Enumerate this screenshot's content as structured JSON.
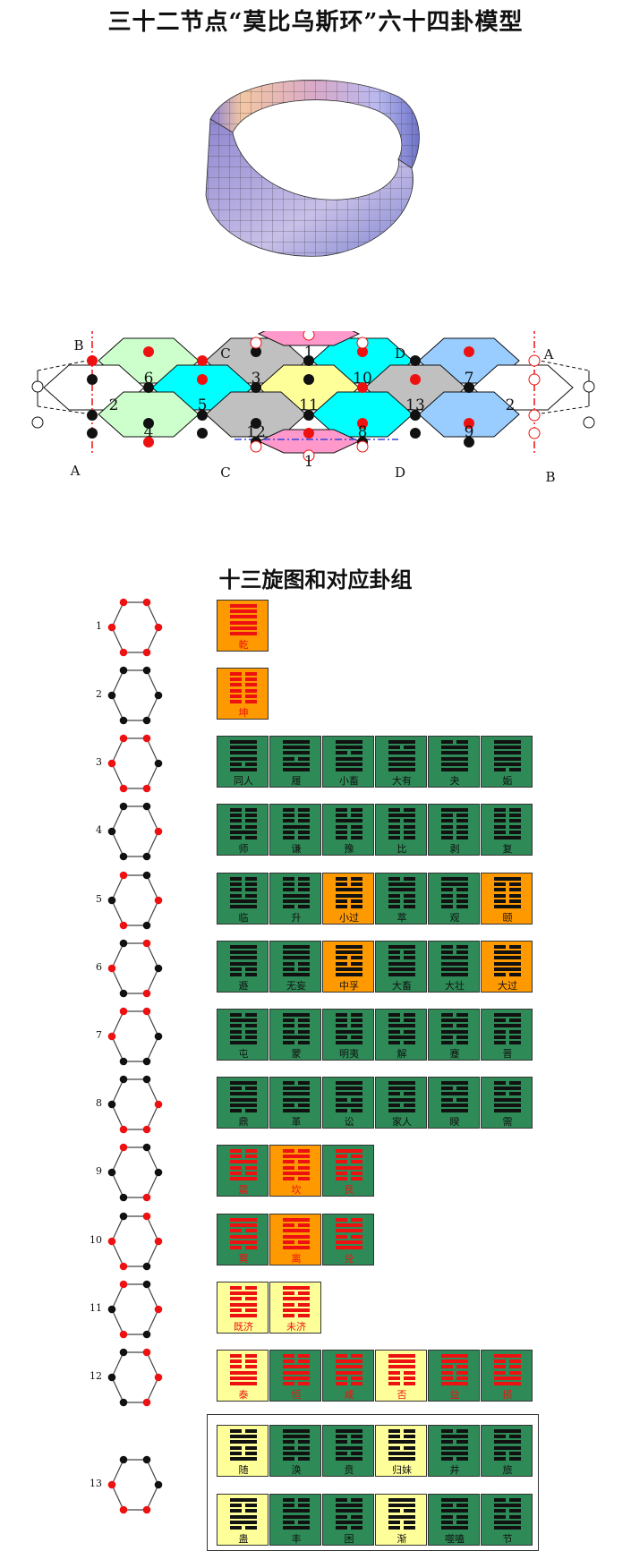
{
  "title": "三十二节点“莫比乌斯环”六十四卦模型",
  "subtitle": "十三旋图和对应卦组",
  "colors": {
    "red": "#ee1111",
    "black": "#111111",
    "green": "#2e8b57",
    "orange": "#ff9900",
    "yellow": "#ffff99",
    "cyan": "#00ffff",
    "lightgreen": "#ccffcc",
    "gray": "#c0c0c0",
    "pink": "#ff99cc",
    "lightyellow": "#ffff99",
    "lightblue": "#99ccff"
  },
  "diagram": {
    "axis_labels": {
      "b_top": "B",
      "a_top": "A",
      "c_top": "C",
      "d_top": "D",
      "a_bottom": "A",
      "b_bottom": "B",
      "c_bottom": "C",
      "d_bottom": "D"
    },
    "cell_numbers": [
      "1",
      "6",
      "3",
      "10",
      "7",
      "2",
      "5",
      "11",
      "13",
      "2",
      "4",
      "12",
      "8",
      "9",
      "1"
    ]
  },
  "rows": [
    {
      "label": "1",
      "pattern": [
        "r",
        "r",
        "r",
        "r",
        "r",
        "r"
      ],
      "tiles": [
        {
          "name": "乾",
          "bg": "orange",
          "lines": [
            1,
            1,
            1,
            1,
            1,
            1
          ],
          "ink": "red"
        }
      ]
    },
    {
      "label": "2",
      "pattern": [
        "k",
        "k",
        "k",
        "k",
        "k",
        "k"
      ],
      "tiles": [
        {
          "name": "坤",
          "bg": "orange",
          "lines": [
            0,
            0,
            0,
            0,
            0,
            0
          ],
          "ink": "red"
        }
      ]
    },
    {
      "label": "3",
      "pattern": [
        "r",
        "r",
        "k",
        "r",
        "r",
        "r"
      ],
      "tiles": [
        {
          "name": "同人",
          "bg": "green",
          "lines": [
            1,
            1,
            1,
            1,
            0,
            1
          ],
          "ink": "black"
        },
        {
          "name": "履",
          "bg": "green",
          "lines": [
            1,
            1,
            1,
            0,
            1,
            1
          ],
          "ink": "black"
        },
        {
          "name": "小畜",
          "bg": "green",
          "lines": [
            1,
            1,
            0,
            1,
            1,
            1
          ],
          "ink": "black"
        },
        {
          "name": "大有",
          "bg": "green",
          "lines": [
            1,
            0,
            1,
            1,
            1,
            1
          ],
          "ink": "black"
        },
        {
          "name": "夬",
          "bg": "green",
          "lines": [
            0,
            1,
            1,
            1,
            1,
            1
          ],
          "ink": "black"
        },
        {
          "name": "姤",
          "bg": "green",
          "lines": [
            1,
            1,
            1,
            1,
            1,
            0
          ],
          "ink": "black"
        }
      ]
    },
    {
      "label": "4",
      "pattern": [
        "k",
        "k",
        "r",
        "k",
        "k",
        "k"
      ],
      "tiles": [
        {
          "name": "师",
          "bg": "green",
          "lines": [
            0,
            0,
            0,
            0,
            1,
            0
          ],
          "ink": "black"
        },
        {
          "name": "谦",
          "bg": "green",
          "lines": [
            0,
            0,
            0,
            1,
            0,
            0
          ],
          "ink": "black"
        },
        {
          "name": "豫",
          "bg": "green",
          "lines": [
            0,
            0,
            1,
            0,
            0,
            0
          ],
          "ink": "black"
        },
        {
          "name": "比",
          "bg": "green",
          "lines": [
            0,
            1,
            0,
            0,
            0,
            0
          ],
          "ink": "black"
        },
        {
          "name": "剥",
          "bg": "green",
          "lines": [
            1,
            0,
            0,
            0,
            0,
            0
          ],
          "ink": "black"
        },
        {
          "name": "复",
          "bg": "green",
          "lines": [
            0,
            0,
            0,
            0,
            0,
            1
          ],
          "ink": "black"
        }
      ]
    },
    {
      "label": "5",
      "pattern": [
        "r",
        "k",
        "r",
        "k",
        "r",
        "k"
      ],
      "tiles": [
        {
          "name": "临",
          "bg": "green",
          "lines": [
            0,
            0,
            0,
            0,
            1,
            1
          ],
          "ink": "black"
        },
        {
          "name": "升",
          "bg": "green",
          "lines": [
            0,
            0,
            0,
            1,
            1,
            0
          ],
          "ink": "black"
        },
        {
          "name": "小过",
          "bg": "orange",
          "lines": [
            0,
            0,
            1,
            1,
            0,
            0
          ],
          "ink": "black"
        },
        {
          "name": "萃",
          "bg": "green",
          "lines": [
            0,
            1,
            1,
            0,
            0,
            0
          ],
          "ink": "black"
        },
        {
          "name": "观",
          "bg": "green",
          "lines": [
            1,
            1,
            0,
            0,
            0,
            0
          ],
          "ink": "black"
        },
        {
          "name": "颐",
          "bg": "orange",
          "lines": [
            1,
            0,
            0,
            0,
            0,
            1
          ],
          "ink": "black"
        }
      ]
    },
    {
      "label": "6",
      "pattern": [
        "k",
        "r",
        "k",
        "r",
        "k",
        "r"
      ],
      "tiles": [
        {
          "name": "遯",
          "bg": "green",
          "lines": [
            1,
            1,
            1,
            1,
            0,
            0
          ],
          "ink": "black"
        },
        {
          "name": "无妄",
          "bg": "green",
          "lines": [
            1,
            1,
            1,
            0,
            0,
            1
          ],
          "ink": "black"
        },
        {
          "name": "中孚",
          "bg": "orange",
          "lines": [
            1,
            1,
            0,
            0,
            1,
            1
          ],
          "ink": "black"
        },
        {
          "name": "大畜",
          "bg": "green",
          "lines": [
            1,
            0,
            0,
            1,
            1,
            1
          ],
          "ink": "black"
        },
        {
          "name": "大壮",
          "bg": "green",
          "lines": [
            0,
            0,
            1,
            1,
            1,
            1
          ],
          "ink": "black"
        },
        {
          "name": "大过",
          "bg": "orange",
          "lines": [
            0,
            1,
            1,
            1,
            1,
            0
          ],
          "ink": "black"
        }
      ]
    },
    {
      "label": "7",
      "pattern": [
        "r",
        "r",
        "k",
        "k",
        "k",
        "r"
      ],
      "tiles": [
        {
          "name": "屯",
          "bg": "green",
          "lines": [
            0,
            1,
            0,
            0,
            0,
            1
          ],
          "ink": "black"
        },
        {
          "name": "蒙",
          "bg": "green",
          "lines": [
            1,
            0,
            0,
            0,
            1,
            0
          ],
          "ink": "black"
        },
        {
          "name": "明夷",
          "bg": "green",
          "lines": [
            0,
            0,
            0,
            1,
            0,
            1
          ],
          "ink": "black"
        },
        {
          "name": "解",
          "bg": "green",
          "lines": [
            0,
            0,
            1,
            0,
            1,
            0
          ],
          "ink": "black"
        },
        {
          "name": "蹇",
          "bg": "green",
          "lines": [
            0,
            1,
            0,
            1,
            0,
            0
          ],
          "ink": "black"
        },
        {
          "name": "晋",
          "bg": "green",
          "lines": [
            1,
            0,
            1,
            0,
            0,
            0
          ],
          "ink": "black"
        }
      ]
    },
    {
      "label": "8",
      "pattern": [
        "k",
        "k",
        "r",
        "r",
        "r",
        "k"
      ],
      "tiles": [
        {
          "name": "鼎",
          "bg": "green",
          "lines": [
            1,
            0,
            1,
            1,
            1,
            0
          ],
          "ink": "black"
        },
        {
          "name": "革",
          "bg": "green",
          "lines": [
            0,
            1,
            1,
            1,
            0,
            1
          ],
          "ink": "black"
        },
        {
          "name": "讼",
          "bg": "green",
          "lines": [
            1,
            1,
            1,
            0,
            1,
            0
          ],
          "ink": "black"
        },
        {
          "name": "家人",
          "bg": "green",
          "lines": [
            1,
            1,
            0,
            1,
            0,
            1
          ],
          "ink": "black"
        },
        {
          "name": "睽",
          "bg": "green",
          "lines": [
            1,
            0,
            1,
            0,
            1,
            1
          ],
          "ink": "black"
        },
        {
          "name": "需",
          "bg": "green",
          "lines": [
            0,
            1,
            0,
            1,
            1,
            1
          ],
          "ink": "black"
        }
      ]
    },
    {
      "label": "9",
      "pattern": [
        "r",
        "k",
        "k",
        "r",
        "k",
        "k"
      ],
      "tiles": [
        {
          "name": "震",
          "bg": "green",
          "lines": [
            0,
            0,
            1,
            0,
            0,
            1
          ],
          "ink": "red"
        },
        {
          "name": "坎",
          "bg": "orange",
          "lines": [
            0,
            1,
            0,
            0,
            1,
            0
          ],
          "ink": "red"
        },
        {
          "name": "艮",
          "bg": "green",
          "lines": [
            1,
            0,
            0,
            1,
            0,
            0
          ],
          "ink": "red"
        }
      ]
    },
    {
      "label": "10",
      "pattern": [
        "k",
        "r",
        "r",
        "k",
        "r",
        "r"
      ],
      "tiles": [
        {
          "name": "巽",
          "bg": "green",
          "lines": [
            1,
            1,
            0,
            1,
            1,
            0
          ],
          "ink": "red"
        },
        {
          "name": "离",
          "bg": "orange",
          "lines": [
            1,
            0,
            1,
            1,
            0,
            1
          ],
          "ink": "red"
        },
        {
          "name": "兑",
          "bg": "green",
          "lines": [
            0,
            1,
            1,
            0,
            1,
            1
          ],
          "ink": "red"
        }
      ]
    },
    {
      "label": "11",
      "pattern": [
        "r",
        "k",
        "r",
        "k",
        "r",
        "k"
      ],
      "tiles": [
        {
          "name": "既济",
          "bg": "lightyellow",
          "lines": [
            0,
            1,
            0,
            1,
            0,
            1
          ],
          "ink": "red"
        },
        {
          "name": "未济",
          "bg": "lightyellow",
          "lines": [
            1,
            0,
            1,
            0,
            1,
            0
          ],
          "ink": "red"
        }
      ]
    },
    {
      "label": "12",
      "pattern": [
        "k",
        "r",
        "r",
        "r",
        "k",
        "k"
      ],
      "tiles": [
        {
          "name": "泰",
          "bg": "lightyellow",
          "lines": [
            0,
            0,
            0,
            1,
            1,
            1
          ],
          "ink": "red"
        },
        {
          "name": "恒",
          "bg": "green",
          "lines": [
            0,
            0,
            1,
            1,
            1,
            0
          ],
          "ink": "red"
        },
        {
          "name": "咸",
          "bg": "green",
          "lines": [
            0,
            1,
            1,
            1,
            0,
            0
          ],
          "ink": "red"
        },
        {
          "name": "否",
          "bg": "lightyellow",
          "lines": [
            1,
            1,
            1,
            0,
            0,
            0
          ],
          "ink": "red"
        },
        {
          "name": "益",
          "bg": "green",
          "lines": [
            1,
            1,
            0,
            0,
            0,
            1
          ],
          "ink": "red"
        },
        {
          "name": "损",
          "bg": "green",
          "lines": [
            1,
            0,
            0,
            0,
            1,
            1
          ],
          "ink": "red"
        }
      ]
    },
    {
      "label": "13",
      "pattern": [
        "k",
        "k",
        "k",
        "r",
        "r",
        "r"
      ],
      "tiles": [
        {
          "name": "随",
          "bg": "lightyellow",
          "lines": [
            0,
            1,
            1,
            0,
            0,
            1
          ],
          "ink": "black"
        },
        {
          "name": "涣",
          "bg": "green",
          "lines": [
            1,
            1,
            0,
            0,
            1,
            0
          ],
          "ink": "black"
        },
        {
          "name": "贲",
          "bg": "green",
          "lines": [
            1,
            0,
            0,
            1,
            0,
            1
          ],
          "ink": "black"
        },
        {
          "name": "归妹",
          "bg": "lightyellow",
          "lines": [
            0,
            0,
            1,
            0,
            1,
            1
          ],
          "ink": "black"
        },
        {
          "name": "井",
          "bg": "green",
          "lines": [
            0,
            1,
            0,
            1,
            1,
            0
          ],
          "ink": "black"
        },
        {
          "name": "旅",
          "bg": "green",
          "lines": [
            1,
            0,
            1,
            1,
            0,
            0
          ],
          "ink": "black"
        }
      ],
      "tiles2": [
        {
          "name": "蛊",
          "bg": "lightyellow",
          "lines": [
            1,
            0,
            0,
            1,
            1,
            0
          ],
          "ink": "black"
        },
        {
          "name": "丰",
          "bg": "green",
          "lines": [
            0,
            0,
            1,
            1,
            0,
            1
          ],
          "ink": "black"
        },
        {
          "name": "困",
          "bg": "green",
          "lines": [
            0,
            1,
            1,
            0,
            1,
            0
          ],
          "ink": "black"
        },
        {
          "name": "渐",
          "bg": "lightyellow",
          "lines": [
            1,
            1,
            0,
            1,
            0,
            0
          ],
          "ink": "black"
        },
        {
          "name": "噬嗑",
          "bg": "green",
          "lines": [
            1,
            0,
            1,
            0,
            0,
            1
          ],
          "ink": "black"
        },
        {
          "name": "节",
          "bg": "green",
          "lines": [
            0,
            1,
            0,
            0,
            1,
            1
          ],
          "ink": "black"
        }
      ]
    }
  ]
}
